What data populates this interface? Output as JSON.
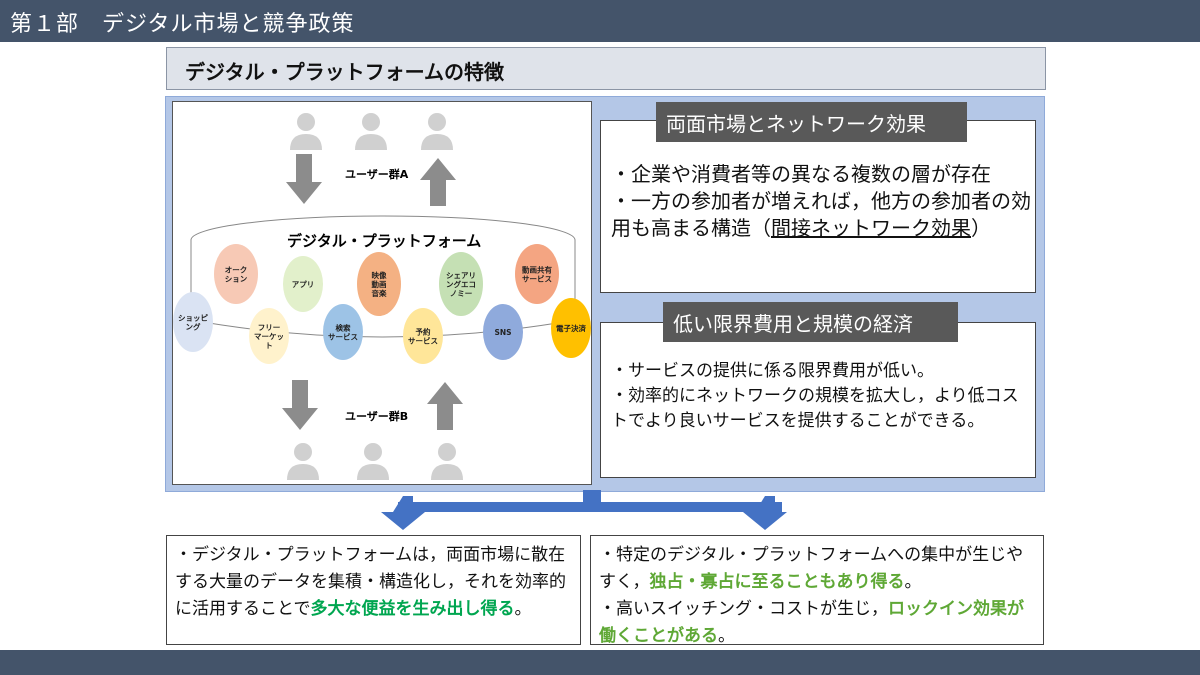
{
  "header": {
    "title": "第１部　デジタル市場と競争政策"
  },
  "section": {
    "title": "デジタル・プラットフォームの特徴"
  },
  "illustration": {
    "platform_label": "デジタル・プラットフォーム",
    "user_group_a": "ユーザー群A",
    "user_group_b": "ユーザー群B",
    "services": [
      {
        "label": "オーク\nション",
        "color": "#f7c9b5"
      },
      {
        "label": "アプリ",
        "color": "#e2f0cb"
      },
      {
        "label": "映像\n動画\n音楽",
        "color": "#f4b183"
      },
      {
        "label": "シェアリ\nングエコ\nノミー",
        "color": "#c5e0b4"
      },
      {
        "label": "動画共有\nサービス",
        "color": "#f4a582"
      },
      {
        "label": "ショッピ\nング",
        "color": "#dae3f3"
      },
      {
        "label": "フリー\nマーケッ\nト",
        "color": "#fff2cc"
      },
      {
        "label": "検索\nサービス",
        "color": "#9dc3e6"
      },
      {
        "label": "予約\nサービス",
        "color": "#ffe699"
      },
      {
        "label": "SNS",
        "color": "#8faadc"
      },
      {
        "label": "電子決済",
        "color": "#ffc000"
      }
    ]
  },
  "box1": {
    "heading": "両面市場とネットワーク効果",
    "line1": "・企業や消費者等の異なる複数の層が存在",
    "line2a": "・一方の参加者が増えれば，他方の参加者の効用も高まる構造（",
    "line2b": "間接ネットワーク効果",
    "line2c": "）"
  },
  "box2": {
    "heading": "低い限界費用と規模の経済",
    "line1": "・サービスの提供に係る限界費用が低い。",
    "line2": "・効率的にネットワークの規模を拡大し，より低コストでより良いサービスを提供することができる。"
  },
  "bottom_left": {
    "text": "・デジタル・プラットフォームは，両面市場に散在する大量のデータを集積・構造化し，それを効率的に活用することで",
    "emphasis": "多大な便益を生み出し得る",
    "end": "。"
  },
  "bottom_right": {
    "text1": "・特定のデジタル・プラットフォームへの集中が生じやすく，",
    "emphasis1": "独占・寡占に至ることもあり得る",
    "end1": "。",
    "text2": "・高いスイッチング・コストが生じ，",
    "emphasis2": "ロックイン効果が働くことがある",
    "end2": "。"
  },
  "colors": {
    "topbar": "#44546a",
    "panel": "#b4c7e7",
    "heading": "#595959",
    "arrow": "#4472c4",
    "emphasis": "#00a650"
  }
}
